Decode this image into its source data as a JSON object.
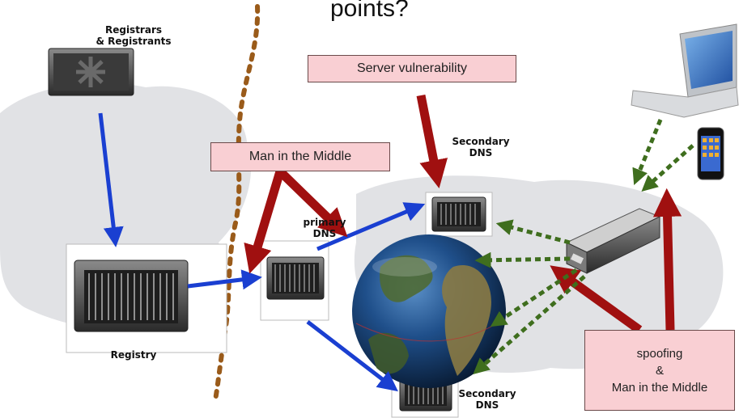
{
  "slide": {
    "title_fragment": "points?"
  },
  "nodes": {
    "registrars": "Registrars\n& Registrants",
    "registry": "Registry",
    "primary_dns_line1": "primary",
    "primary_dns_line2": "DNS",
    "secondary_dns_top_line1": "Secondary",
    "secondary_dns_top_line2": "DNS",
    "secondary_dns_bottom_line1": "Secondary",
    "secondary_dns_bottom_line2": "DNS"
  },
  "callouts": {
    "server_vulnerability": "Server vulnerability",
    "man_in_the_middle": "Man in the Middle",
    "spoofing_line1": "spoofing",
    "spoofing_line2": "&",
    "spoofing_line3": "Man in the Middle"
  },
  "colors": {
    "data_flow_arrow": "#1a3fd1",
    "attack_arrow": "#a01010",
    "client_query_arrow": "#3f6e1e",
    "boundary_dots": "#9a5b1a",
    "callout_fill": "#f9cfd3"
  }
}
